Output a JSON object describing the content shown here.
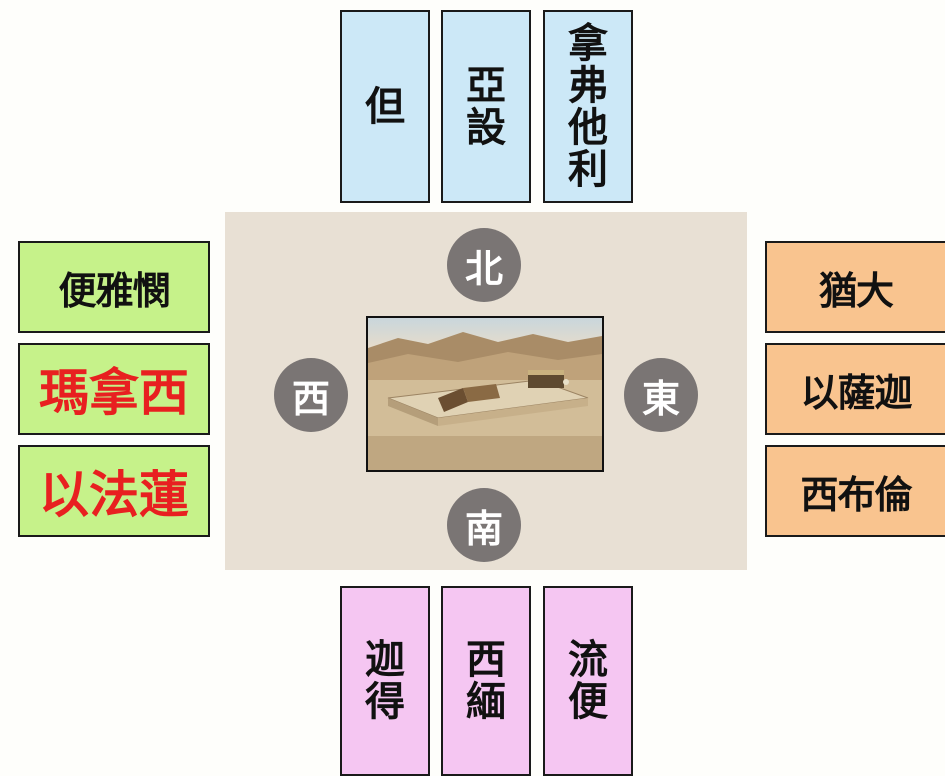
{
  "north": {
    "tribes": [
      {
        "chars": [
          "但"
        ]
      },
      {
        "chars": [
          "亞",
          "設"
        ]
      },
      {
        "chars": [
          "拿",
          "弗",
          "他",
          "利"
        ]
      }
    ]
  },
  "south": {
    "tribes": [
      {
        "chars": [
          "迦",
          "得"
        ]
      },
      {
        "chars": [
          "西",
          "緬"
        ]
      },
      {
        "chars": [
          "流",
          "便"
        ]
      }
    ]
  },
  "west": {
    "tribes": [
      {
        "label": "便雅憫",
        "color": "#111111"
      },
      {
        "label": "瑪拿西",
        "color": "#e82020"
      },
      {
        "label": "以法蓮",
        "color": "#e82020"
      }
    ]
  },
  "east": {
    "tribes": [
      {
        "label": "猶大"
      },
      {
        "label": "以薩迦"
      },
      {
        "label": "西布倫"
      }
    ]
  },
  "directions": {
    "north": "北",
    "south": "南",
    "east": "東",
    "west": "西"
  },
  "colors": {
    "north_box": "#cce8f7",
    "south_box": "#f5c6f2",
    "west_box": "#c6f28a",
    "east_box": "#f9c48f",
    "center_panel": "#e8e0d4",
    "direction_circle": "#7a7574",
    "emphasis_text": "#e82020"
  }
}
